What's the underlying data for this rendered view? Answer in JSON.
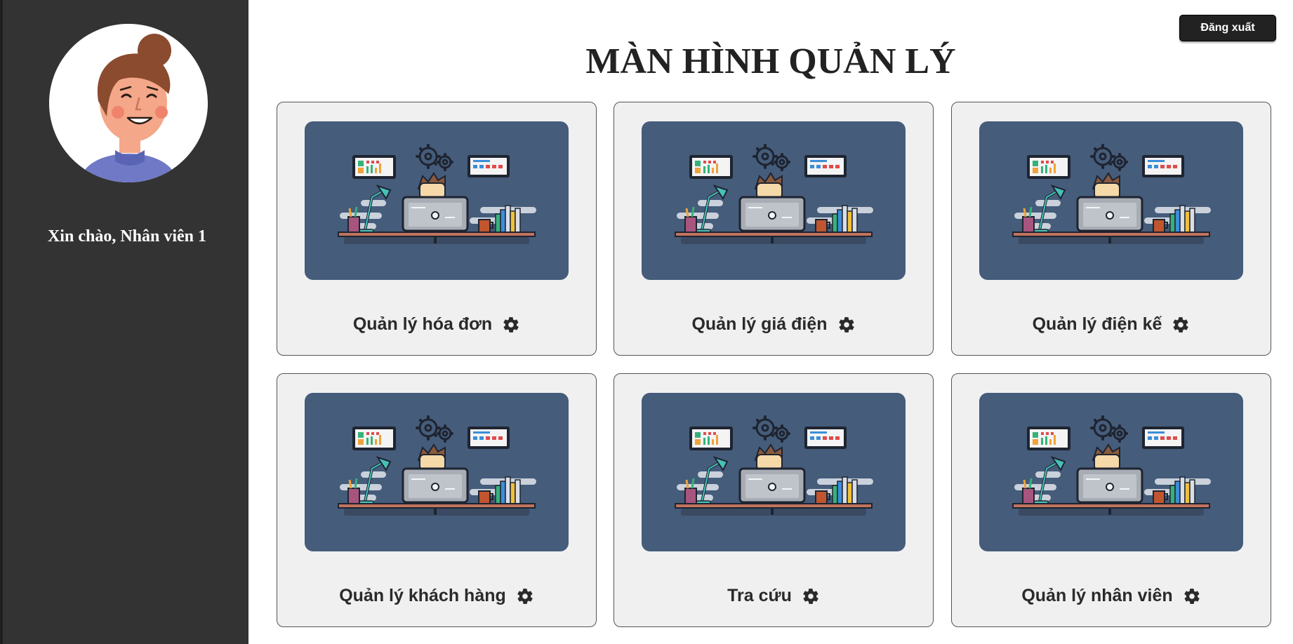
{
  "sidebar": {
    "greeting": "Xin chào, Nhân viên 1"
  },
  "header": {
    "title": "MÀN HÌNH QUẢN LÝ",
    "logout_label": "Đăng xuất"
  },
  "cards": [
    {
      "label": "Quản lý hóa đơn",
      "icon": "gear-icon"
    },
    {
      "label": "Quản lý giá điện",
      "icon": "gear-icon"
    },
    {
      "label": "Quản lý điện kế",
      "icon": "gear-icon"
    },
    {
      "label": "Quản lý khách hàng",
      "icon": "gear-icon"
    },
    {
      "label": "Tra cứu",
      "icon": "gear-icon"
    },
    {
      "label": "Quản lý nhân viên",
      "icon": "gear-icon"
    }
  ],
  "colors": {
    "sidebar_bg": "#333333",
    "card_bg": "#f0f0f0",
    "illustration_bg": "#455c7b",
    "logout_bg": "#222222"
  }
}
